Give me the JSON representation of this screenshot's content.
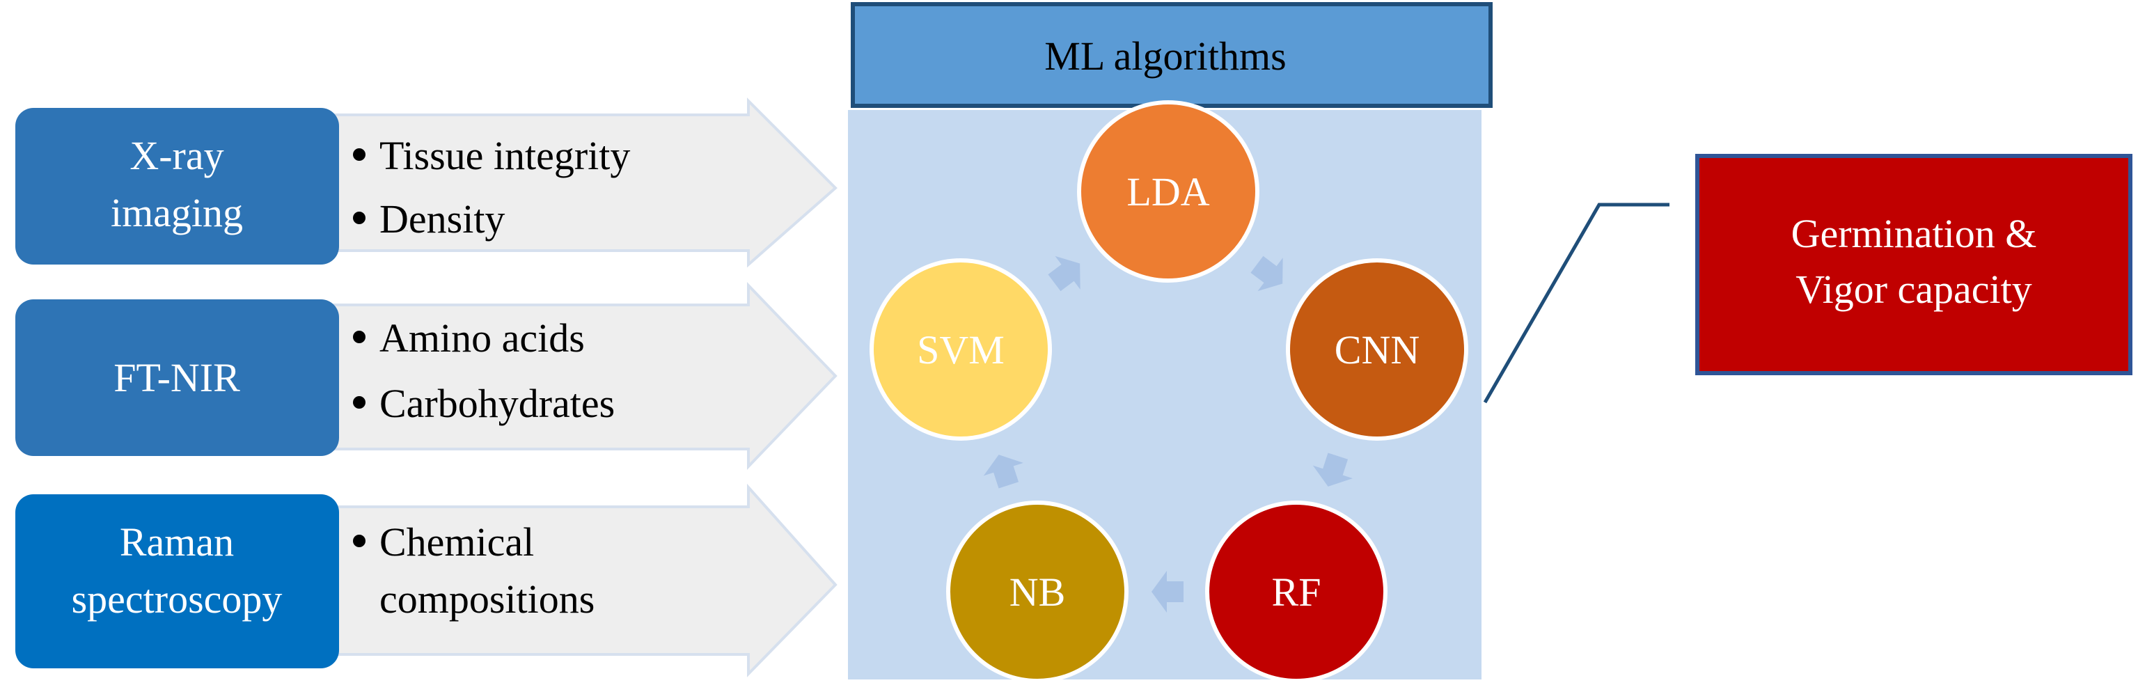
{
  "techniques": [
    {
      "name": [
        "X-ray",
        "imaging"
      ],
      "features": [
        "Tissue integrity",
        "Density"
      ]
    },
    {
      "name": [
        "FT-NIR"
      ],
      "features": [
        "Amino acids",
        "Carbohydrates"
      ]
    },
    {
      "name": [
        "Raman",
        "spectroscopy"
      ],
      "features": [
        "Chemical",
        "compositions"
      ]
    }
  ],
  "ml_panel": {
    "title": "ML algorithms",
    "algorithms": [
      "LDA",
      "CNN",
      "RF",
      "NB",
      "SVM"
    ]
  },
  "output": {
    "lines": [
      "Germination &",
      "Vigor capacity"
    ]
  },
  "colors": {
    "technique_box": [
      "#2e74b5",
      "#2e74b5",
      "#0070c0"
    ],
    "arrow_fill": "#eeeeee",
    "arrow_stroke": "#d6e0ee",
    "panel_bg": "#c5d9f0",
    "title_bar": "#5b9bd5",
    "title_border": "#1f4e79",
    "algorithms": [
      "#ed7d31",
      "#c55a11",
      "#c00000",
      "#bf9000",
      "#ffd966"
    ],
    "cycle_arrow": "#a9c3e6",
    "output_box": "#c00000",
    "output_border": "#2f5597",
    "connector": "#1f4e79"
  }
}
